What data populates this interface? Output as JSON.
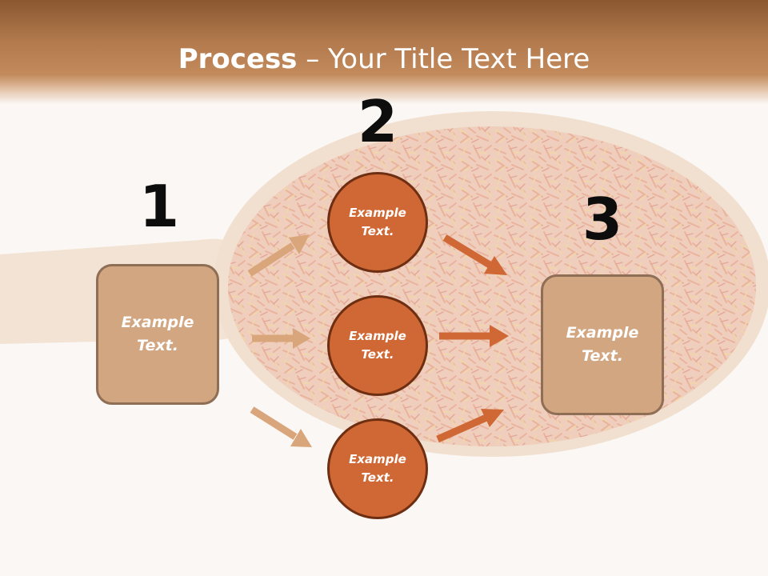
{
  "title": {
    "bold": "Process",
    "rest": " – Your Title Text Here"
  },
  "steps": [
    {
      "number": "1",
      "text": "Example Text."
    },
    {
      "number": "2",
      "text": "Example Text."
    },
    {
      "number": "3",
      "text": "Example Text."
    }
  ],
  "middle_circles": [
    {
      "text": "Example Text."
    },
    {
      "text": "Example Text."
    },
    {
      "text": "Example Text."
    }
  ],
  "colors": {
    "header": "#b27a4d",
    "box_fill": "#d2a680",
    "box_border": "#8e6e55",
    "circle_fill": "#cf6835",
    "circle_border": "#6e2e12",
    "arrow_light": "#d9a57a",
    "arrow_dark": "#cf6835"
  }
}
